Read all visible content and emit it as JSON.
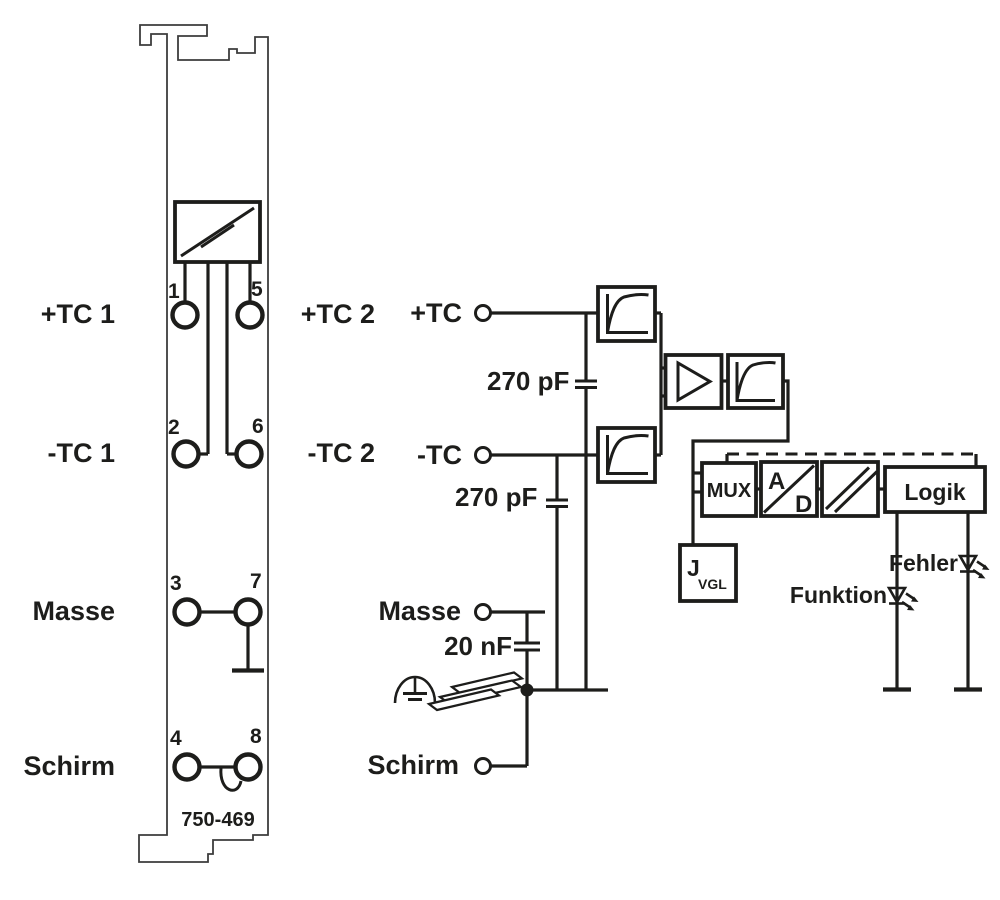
{
  "colors": {
    "background": "#ffffff",
    "line": "#1d1d1b",
    "module_outline": "#3d3d3d"
  },
  "module": {
    "part_number": "750-469",
    "terminals": [
      "1",
      "2",
      "3",
      "4",
      "5",
      "6",
      "7",
      "8"
    ],
    "labels": {
      "tc1_plus": "+TC 1",
      "tc1_minus": "-TC 1",
      "ground": "Masse",
      "shield": "Schirm"
    }
  },
  "channel2_labels": {
    "tc2_plus": "+TC 2",
    "tc2_minus": "-TC 2"
  },
  "circuit": {
    "input_labels": {
      "tc_plus": "+TC",
      "tc_minus": "-TC",
      "ground": "Masse",
      "shield": "Schirm"
    },
    "capacitors": {
      "c1": "270 pF",
      "c2": "270 pF",
      "c3": "20 nF"
    },
    "blocks": {
      "mux": "MUX",
      "ad_a": "A",
      "ad_d": "D",
      "logic": "Logik",
      "cjc_j": "J",
      "cjc_sub": "VGL"
    },
    "leds": {
      "function": "Funktion",
      "error": "Fehler"
    }
  }
}
